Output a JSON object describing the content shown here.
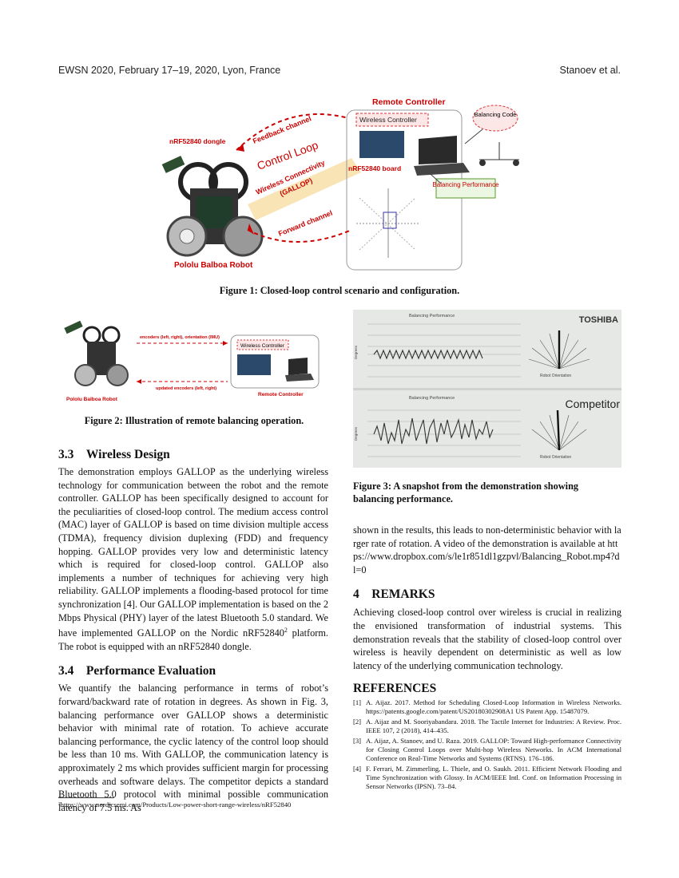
{
  "header": {
    "left": "EWSN 2020, February 17–19, 2020, Lyon, France",
    "right": "Stanoev et al."
  },
  "figure1": {
    "remote_controller": "Remote Controller",
    "wireless_controller": "Wireless Controller",
    "balancing_code": "Balancing Code",
    "dongle": "nRF52840 dongle",
    "board": "nRF52840 board",
    "feedback": "Feedback channel",
    "control_loop": "Control Loop",
    "wireless_conn": "Wireless Connectivity",
    "gallop": "(GALLOP)",
    "forward": "Forward channel",
    "balancing_perf": "Balancing Performance",
    "robot": "Pololu Balboa Robot",
    "caption": "Figure 1: Closed-loop control scenario and configuration."
  },
  "figure2": {
    "encoders": "encoders (left, right), orientation (IMU)",
    "updated": "updated encoders (left, right)",
    "wireless_controller": "Wireless Controller",
    "robot": "Pololu Balboa Robot",
    "remote": "Remote Controller",
    "caption": "Figure 2: Illustration of remote balancing operation."
  },
  "figure3": {
    "top_title": "Balancing Performance",
    "bottom_title": "Balancing Performance",
    "toshiba": "TOSHIBA",
    "competitor": "Competitor",
    "orientation": "Robot Orientation",
    "degrees": "Degrees",
    "caption": "Figure 3: A snapshot from the demonstration showing balancing performance."
  },
  "sections": {
    "s33_title": "3.3 Wireless Design",
    "s33_text": "The demonstration employs GALLOP as the underlying wireless technology for communication between the robot and the remote controller. GALLOP has been specifically designed to account for the peculiarities of closed-loop control. The medium access control (MAC) layer of GALLOP is based on time division multiple access (TDMA), frequency division duplexing (FDD) and frequency hopping. GALLOP provides very low and deterministic latency which is required for closed-loop control. GALLOP also implements a number of techniques for achieving very high reliability. GALLOP implements a flooding-based protocol for time synchronization [4]. Our GALLOP implementation is based on the 2 Mbps Physical (PHY) layer of the latest Bluetooth 5.0 standard. We have implemented GALLOP on the Nordic nRF52840",
    "s33_sup": "2",
    "s33_text2": " platform. The robot is equipped with an nRF52840 dongle.",
    "s34_title": "3.4 Performance Evaluation",
    "s34_text": "We quantify the balancing performance in terms of robot’s forward/backward rate of rotation in degrees. As shown in Fig. 3, balancing performance over GALLOP shows a deterministic behavior with minimal rate of rotation. To achieve accurate balancing performance, the cyclic latency of the control loop should be less than 10 ms. With GALLOP, the communication latency is approximately 2 ms which provides sufficient margin for processing overheads and software delays. The competitor depicts a standard Bluetooth 5.0 protocol with minimal possible communication latency of 7.5 ms. As",
    "footnote": "²https://www.nordicsemi.com/Products/Low-power-short-range-wireless/nRF52840",
    "right_cont": "shown in the results, this leads to non-deterministic behavior with larger rate of rotation. A video of the demonstration is available at https://www.dropbox.com/s/le1r851dl1gzpvl/Balancing_Robot.mp4?dl=0",
    "s4_title": "4 REMARKS",
    "s4_text": "Achieving closed-loop control over wireless is crucial in realizing the envisioned transformation of industrial systems. This demonstration reveals that the stability of closed-loop control over wireless is heavily dependent on deterministic as well as low latency of the underlying communication technology.",
    "refs_title": "REFERENCES"
  },
  "references": [
    {
      "num": "[1]",
      "text": "A. Aijaz. 2017. Method for Scheduling Closed-Loop Information in Wireless Networks. https://patents.google.com/patent/US20180302908A1 US Patent App. 15487079."
    },
    {
      "num": "[2]",
      "text": "A. Aijaz and M. Sooriyabandara. 2018. The Tactile Internet for Industries: A Review. Proc. IEEE 107, 2 (2018), 414–435."
    },
    {
      "num": "[3]",
      "text": "A. Aijaz, A. Stanoev, and U. Raza. 2019. GALLOP: Toward High-performance Connectivity for Closing Control Loops over Multi-hop Wireless Networks. In ACM International Conference on Real-Time Networks and Systems (RTNS). 176–186."
    },
    {
      "num": "[4]",
      "text": "F. Ferrari, M. Zimmerling, L. Thiele, and O. Saukh. 2011. Efficient Network Flooding and Time Synchronization with Glossy. In ACM/IEEE Intl. Conf. on Information Processing in Sensor Networks (IPSN). 73–84."
    }
  ]
}
